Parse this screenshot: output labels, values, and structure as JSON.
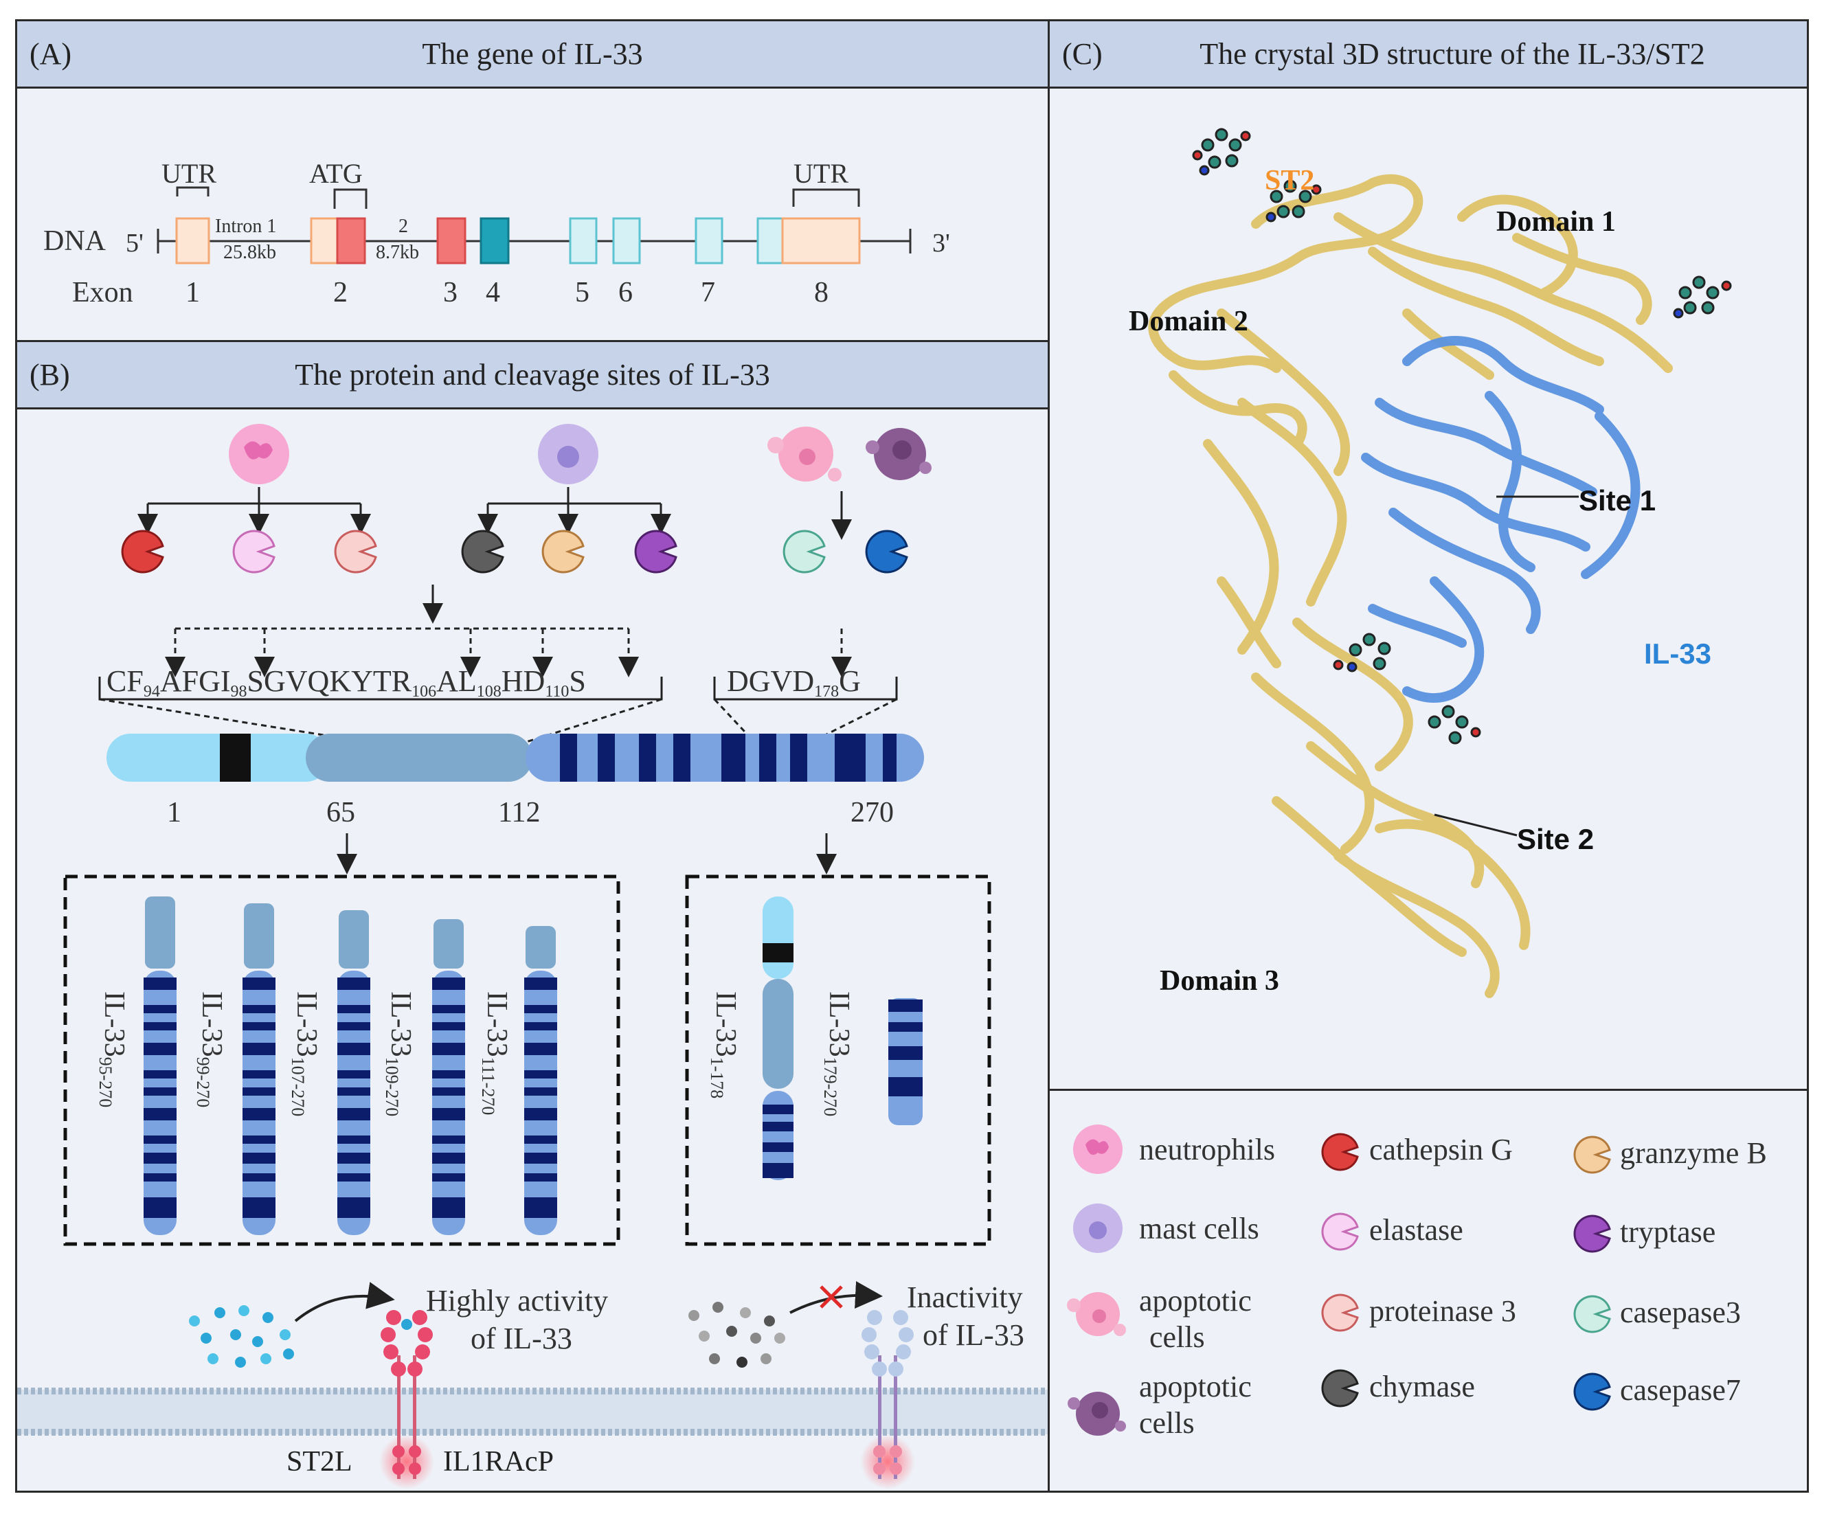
{
  "panelA": {
    "label": "(A)",
    "title": "The gene of  IL-33",
    "dna_label": "DNA",
    "five_prime": "5'",
    "three_prime": "3'",
    "exon_label": "Exon",
    "utr_left": "UTR",
    "atg": "ATG",
    "utr_right": "UTR",
    "intron1": "Intron 1",
    "intron1_len": "25.8kb",
    "intron2": "2",
    "intron2_len": "8.7kb",
    "exon_numbers": [
      "1",
      "2",
      "3",
      "4",
      "5",
      "6",
      "7",
      "8"
    ]
  },
  "panelB": {
    "label": "(B)",
    "title": "The protein and cleavage sites  of  IL-33",
    "seq_left_parts": [
      "CF",
      "94",
      "AFGI",
      "98",
      "SGVQKYTR",
      "106",
      "AL",
      "108",
      "HD",
      "110",
      "S"
    ],
    "seq_right_parts": [
      "DGVD",
      "178",
      "G"
    ],
    "positions": [
      "1",
      "65",
      "112",
      "270"
    ],
    "left_fragments": [
      {
        "name": "IL-33",
        "sub": "95-270"
      },
      {
        "name": "IL-33",
        "sub": "99-270"
      },
      {
        "name": "IL-33",
        "sub": "107-270"
      },
      {
        "name": "IL-33",
        "sub": "109-270"
      },
      {
        "name": "IL-33",
        "sub": "111-270"
      }
    ],
    "right_fragments": [
      {
        "name": "IL-33",
        "sub": "1-178"
      },
      {
        "name": "IL-33",
        "sub": "179-270"
      }
    ],
    "active_line1": "Highly activity",
    "active_line2": "of IL-33",
    "inactive_line1": "Inactivity",
    "inactive_line2": "of IL-33",
    "st2l": "ST2L",
    "il1racp": "IL1RAcP"
  },
  "panelC": {
    "label": "(C)",
    "title": "The crystal 3D structure of the IL-33/ST2",
    "st2": "ST2",
    "domain1": "Domain  1",
    "domain2": "Domain 2",
    "domain3": "Domain 3",
    "site1": "Site 1",
    "site2": "Site 2",
    "il33": "IL-33"
  },
  "legend": {
    "neutrophils": "neutrophils",
    "mast_cells": "mast cells",
    "apoptotic1_l1": "apoptotic",
    "apoptotic1_l2": "cells",
    "apoptotic2_l1": "apoptotic",
    "apoptotic2_l2": "cells",
    "cathepsin": "cathepsin G",
    "elastase": "elastase",
    "proteinase": "proteinase 3",
    "chymase": "chymase",
    "granzyme": "granzyme B",
    "tryptase": "tryptase",
    "casepase3": "casepase3",
    "casepase7": "casepase7"
  },
  "colors": {
    "panel_bg": "#eef2f8",
    "header_bg": "#c7d3e8",
    "st2_orange": "#f5912a",
    "il33_blue": "#2b84d6",
    "ribbon_gold": "#e0c36a",
    "ribbon_blue": "#5a92e0",
    "cathepsin": "#e0403d",
    "elastase": "#f9d3f3",
    "proteinase": "#f9d2d0",
    "chymase": "#5e5e5e",
    "granzyme": "#f6cfa0",
    "tryptase": "#9c4fc0",
    "casepase3": "#cfeee6",
    "casepase7": "#1d6fc7"
  }
}
